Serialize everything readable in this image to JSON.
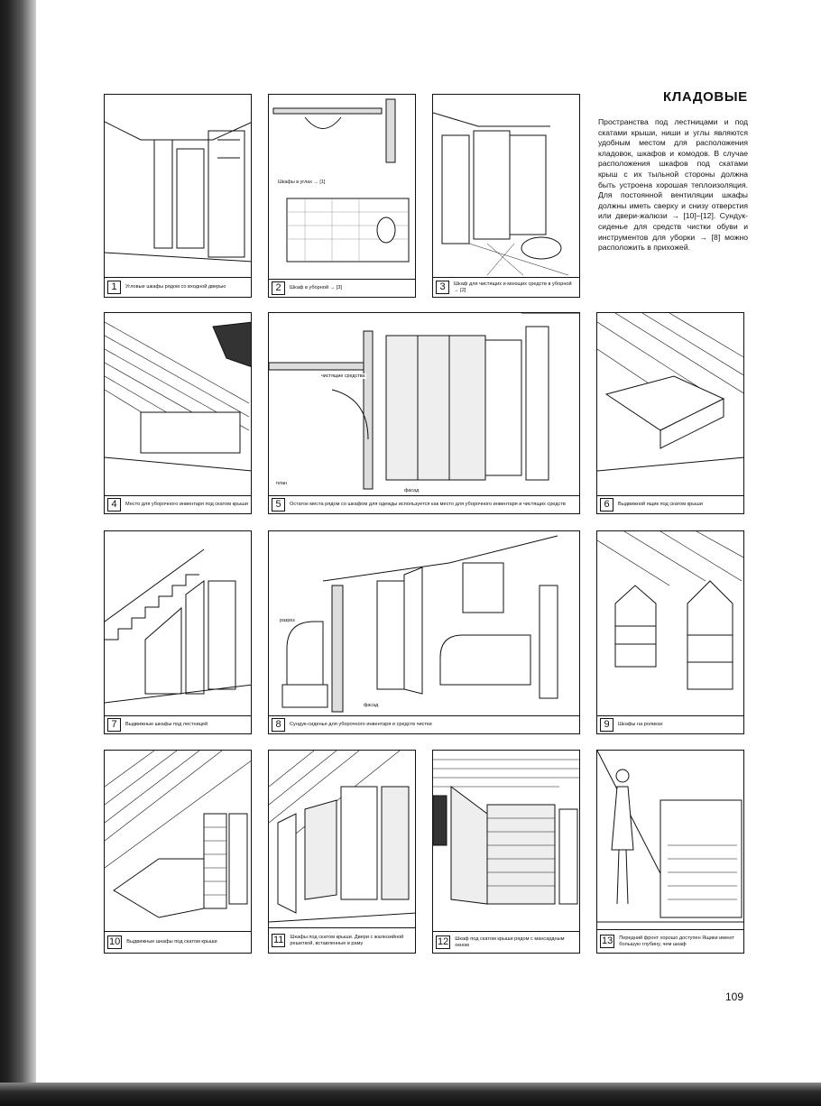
{
  "header": {
    "title": "КЛАДОВЫЕ"
  },
  "intro": "Пространства под лестницами и под скатами крыши, ниши и углы являются удобным местом для расположения кладовок, шкафов и комодов. В случае расположения шкафов под скатами крыш с их тыльной стороны должна быть устроена хорошая теплоизоляция. Для постоянной вентиляции шкафы должны иметь сверху и снизу отверстия или двери-жалюзи → [10]–[12]. Сундук-сиденье для средств чистки обуви и инструментов для уборки → [8] можно расположить в прихожей.",
  "page_number": "109",
  "figures": [
    {
      "num": "1",
      "caption": "Угловые шкафы рядом со входной дверью"
    },
    {
      "num": "2",
      "caption": "Шкаф в уборной → [3]",
      "inner_label": "Шкафы в углах → [1]"
    },
    {
      "num": "3",
      "caption": "Шкаф для чистящих и моющих средств в уборной → [2]"
    },
    {
      "num": "4",
      "caption": "Место для уборочного инвентаря под скатом крыши"
    },
    {
      "num": "5",
      "caption": "Остаток места рядом со шкафом для одежды используется как место для уборочного инвентаря и чистящих средств",
      "label_a": "чистящие средства",
      "label_b": "план",
      "label_c": "фасад"
    },
    {
      "num": "6",
      "caption": "Выдвижной ящик под скатом крыши"
    },
    {
      "num": "7",
      "caption": "Выдвижные шкафы под лестницей"
    },
    {
      "num": "8",
      "caption": "Сундук-сиденье для уборочного инвентаря и средств чистки",
      "label_a": "разрез",
      "label_b": "фасад"
    },
    {
      "num": "9",
      "caption": "Шкафы на роликах"
    },
    {
      "num": "10",
      "caption": "Выдвижные шкафы под скатом крыши"
    },
    {
      "num": "11",
      "caption": "Шкафы под скатом крыши. Двери с жалюзийной решеткой, вставленные в раму"
    },
    {
      "num": "12",
      "caption": "Шкаф под скатом крыши рядом с мансардным окном"
    },
    {
      "num": "13",
      "caption": "Передний фронт хорошо доступен Ящики имеют большую глубину, чем шкаф"
    }
  ]
}
